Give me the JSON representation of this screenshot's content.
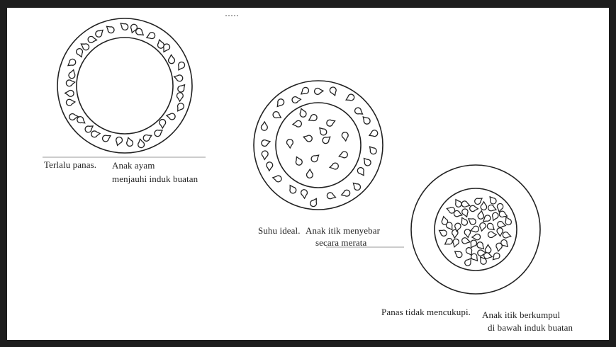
{
  "top_mark": "----",
  "panels": [
    {
      "id": "too-hot",
      "label_a": "Terlalu panas.",
      "label_b1": "Anak ayam",
      "label_b2": "menjauhi induk buatan"
    },
    {
      "id": "ideal",
      "label_a": "Suhu ideal.",
      "label_b1": "Anak itik menyebar",
      "label_b2": "secara merata"
    },
    {
      "id": "too-cold",
      "label_a": "Panas tidak mencukupi.",
      "label_b1": "Anak itik berkumpul",
      "label_b2": "di bawah induk buatan"
    }
  ],
  "colors": {
    "frame": "#1e1e1e",
    "paper": "#ffffff",
    "ink": "#222222"
  }
}
